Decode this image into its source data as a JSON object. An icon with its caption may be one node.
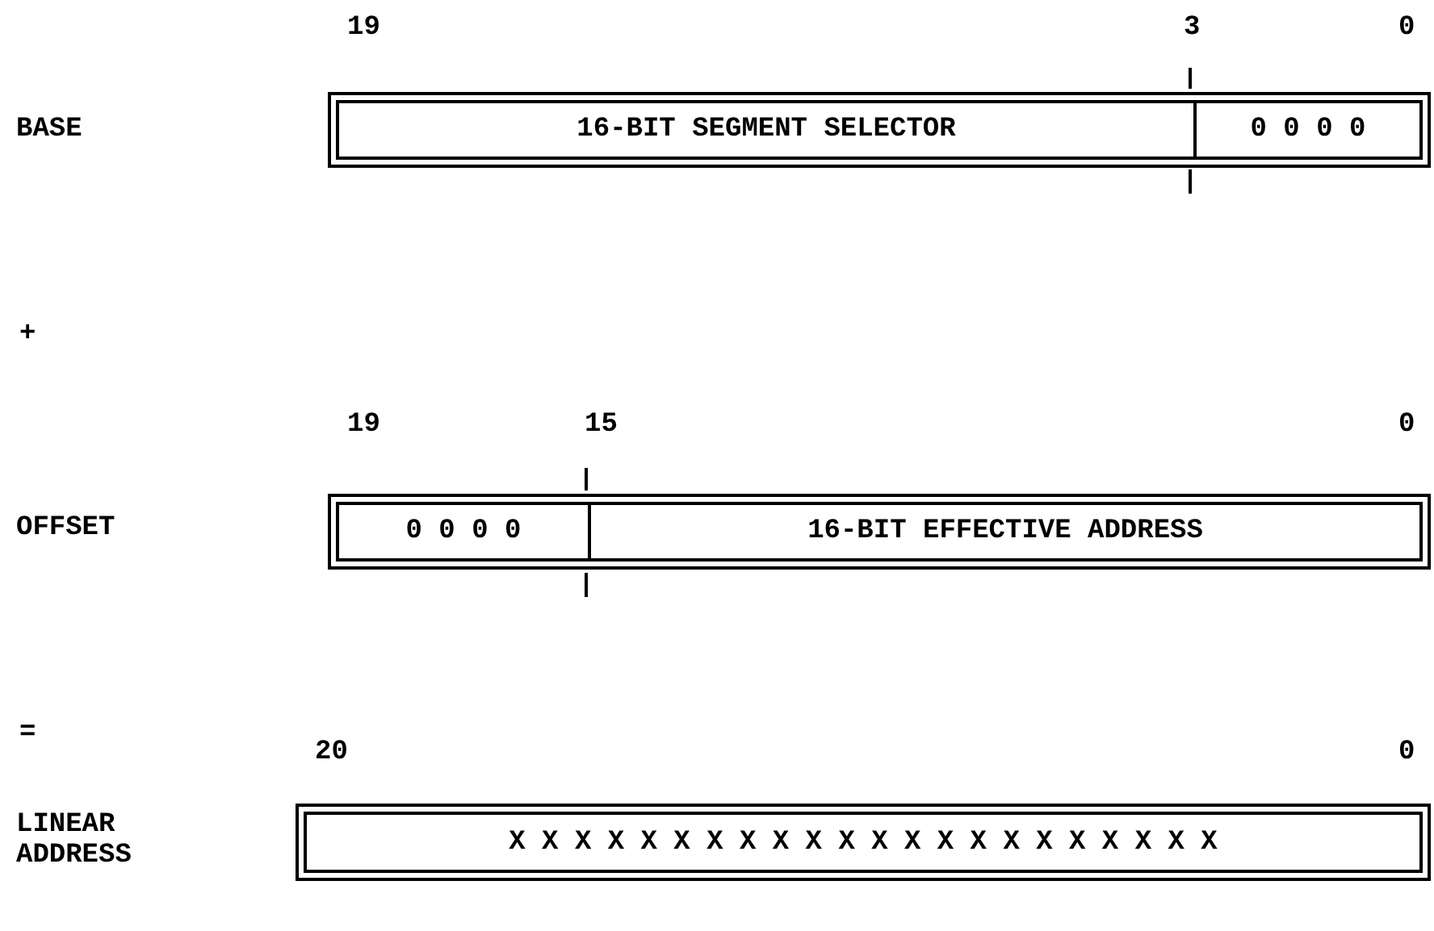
{
  "diagram": {
    "nodes": [
      {
        "text": [],
        "shape": "box"
      },
      {
        "text": [
          "16-BIT SEGMENT SELECTOR"
        ],
        "in": 0
      },
      {
        "text": [
          "0 0 0 0"
        ],
        "in": 0
      },
      {
        "text": [],
        "shape": "box"
      },
      {
        "text": [
          "0 0 0 0"
        ],
        "in": 3
      },
      {
        "text": [
          "16-BIT EFFECTIVE ADDRESS"
        ],
        "in": 3
      },
      {
        "text": [],
        "shape": "box"
      },
      {
        "text": [
          "X X X X X X X X X X X X X X X X X X X X X X"
        ],
        "in": 6
      }
    ],
    "edges": [],
    "labels": [
      "19",
      "3",
      "0",
      "BASE",
      "+",
      "19",
      "15",
      "0",
      "OFFSET",
      "=",
      "20",
      "0",
      "LINEAR ADDRESS"
    ]
  }
}
